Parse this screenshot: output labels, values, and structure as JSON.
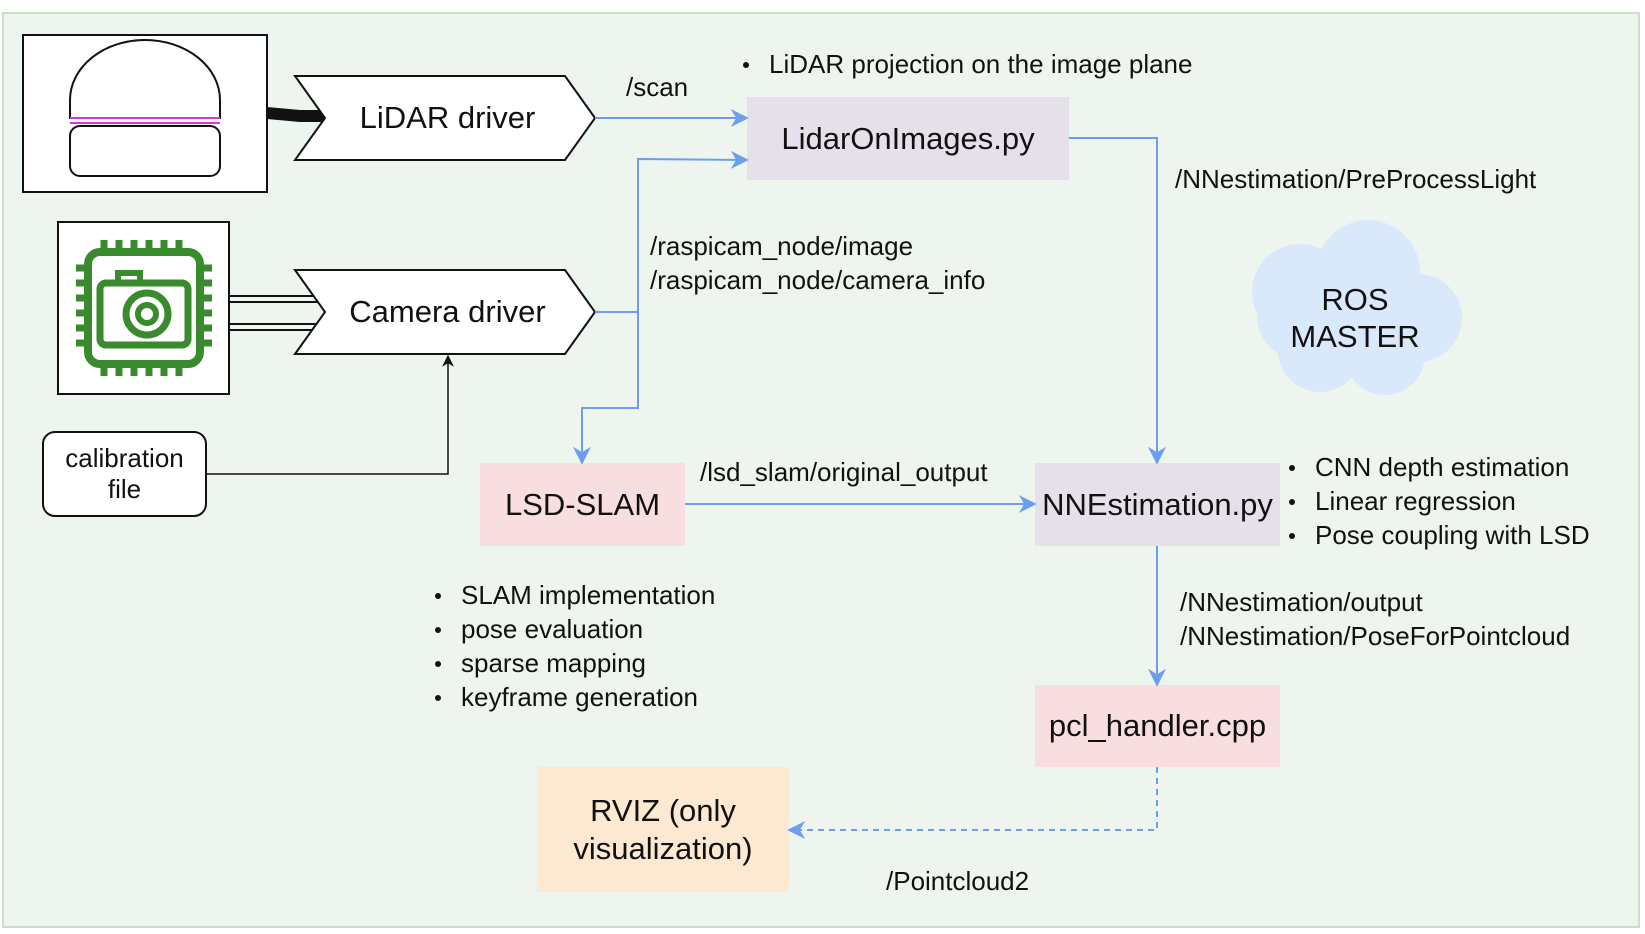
{
  "colors": {
    "background": "#eef5ee",
    "border": "#c9dfc9",
    "arrow": "#6d9eeb",
    "node_purple": "#e6e0ea",
    "node_red": "#f8dede",
    "node_orange": "#fde9d1",
    "cloud": "#dae8fc",
    "chip_green": "#3a8a2e",
    "lidar_stripe": "#d63ad6"
  },
  "nodes": {
    "lidar_driver": "LiDAR driver",
    "camera_driver": "Camera driver",
    "calibration_file": "calibration file",
    "lidar_on_images": "LidarOnImages.py",
    "lsd_slam": "LSD-SLAM",
    "nn_estimation": "NNEstimation.py",
    "pcl_handler": "pcl_handler.cpp",
    "rviz_line1": "RVIZ (only",
    "rviz_line2": "visualization)",
    "ros_master_line1": "ROS",
    "ros_master_line2": "MASTER"
  },
  "topics": {
    "scan": "/scan",
    "preprocess": "/NNestimation/PreProcessLight",
    "raspicam_image": "/raspicam_node/image",
    "raspicam_info": "/raspicam_node/camera_info",
    "lsd_output": "/lsd_slam/original_output",
    "nn_output": "/NNestimation/output",
    "nn_pose": "/NNestimation/PoseForPointcloud",
    "pointcloud": "/Pointcloud2"
  },
  "notes": {
    "lidar_projection": [
      "LiDAR projection on the image plane"
    ],
    "nn_estimation": [
      "CNN depth estimation",
      "Linear regression",
      "Pose coupling with LSD"
    ],
    "lsd_slam": [
      "SLAM implementation",
      "pose evaluation",
      "sparse mapping",
      "keyframe generation"
    ]
  },
  "icons": {
    "lidar": "lidar-sensor-icon",
    "camera": "camera-chip-icon"
  }
}
